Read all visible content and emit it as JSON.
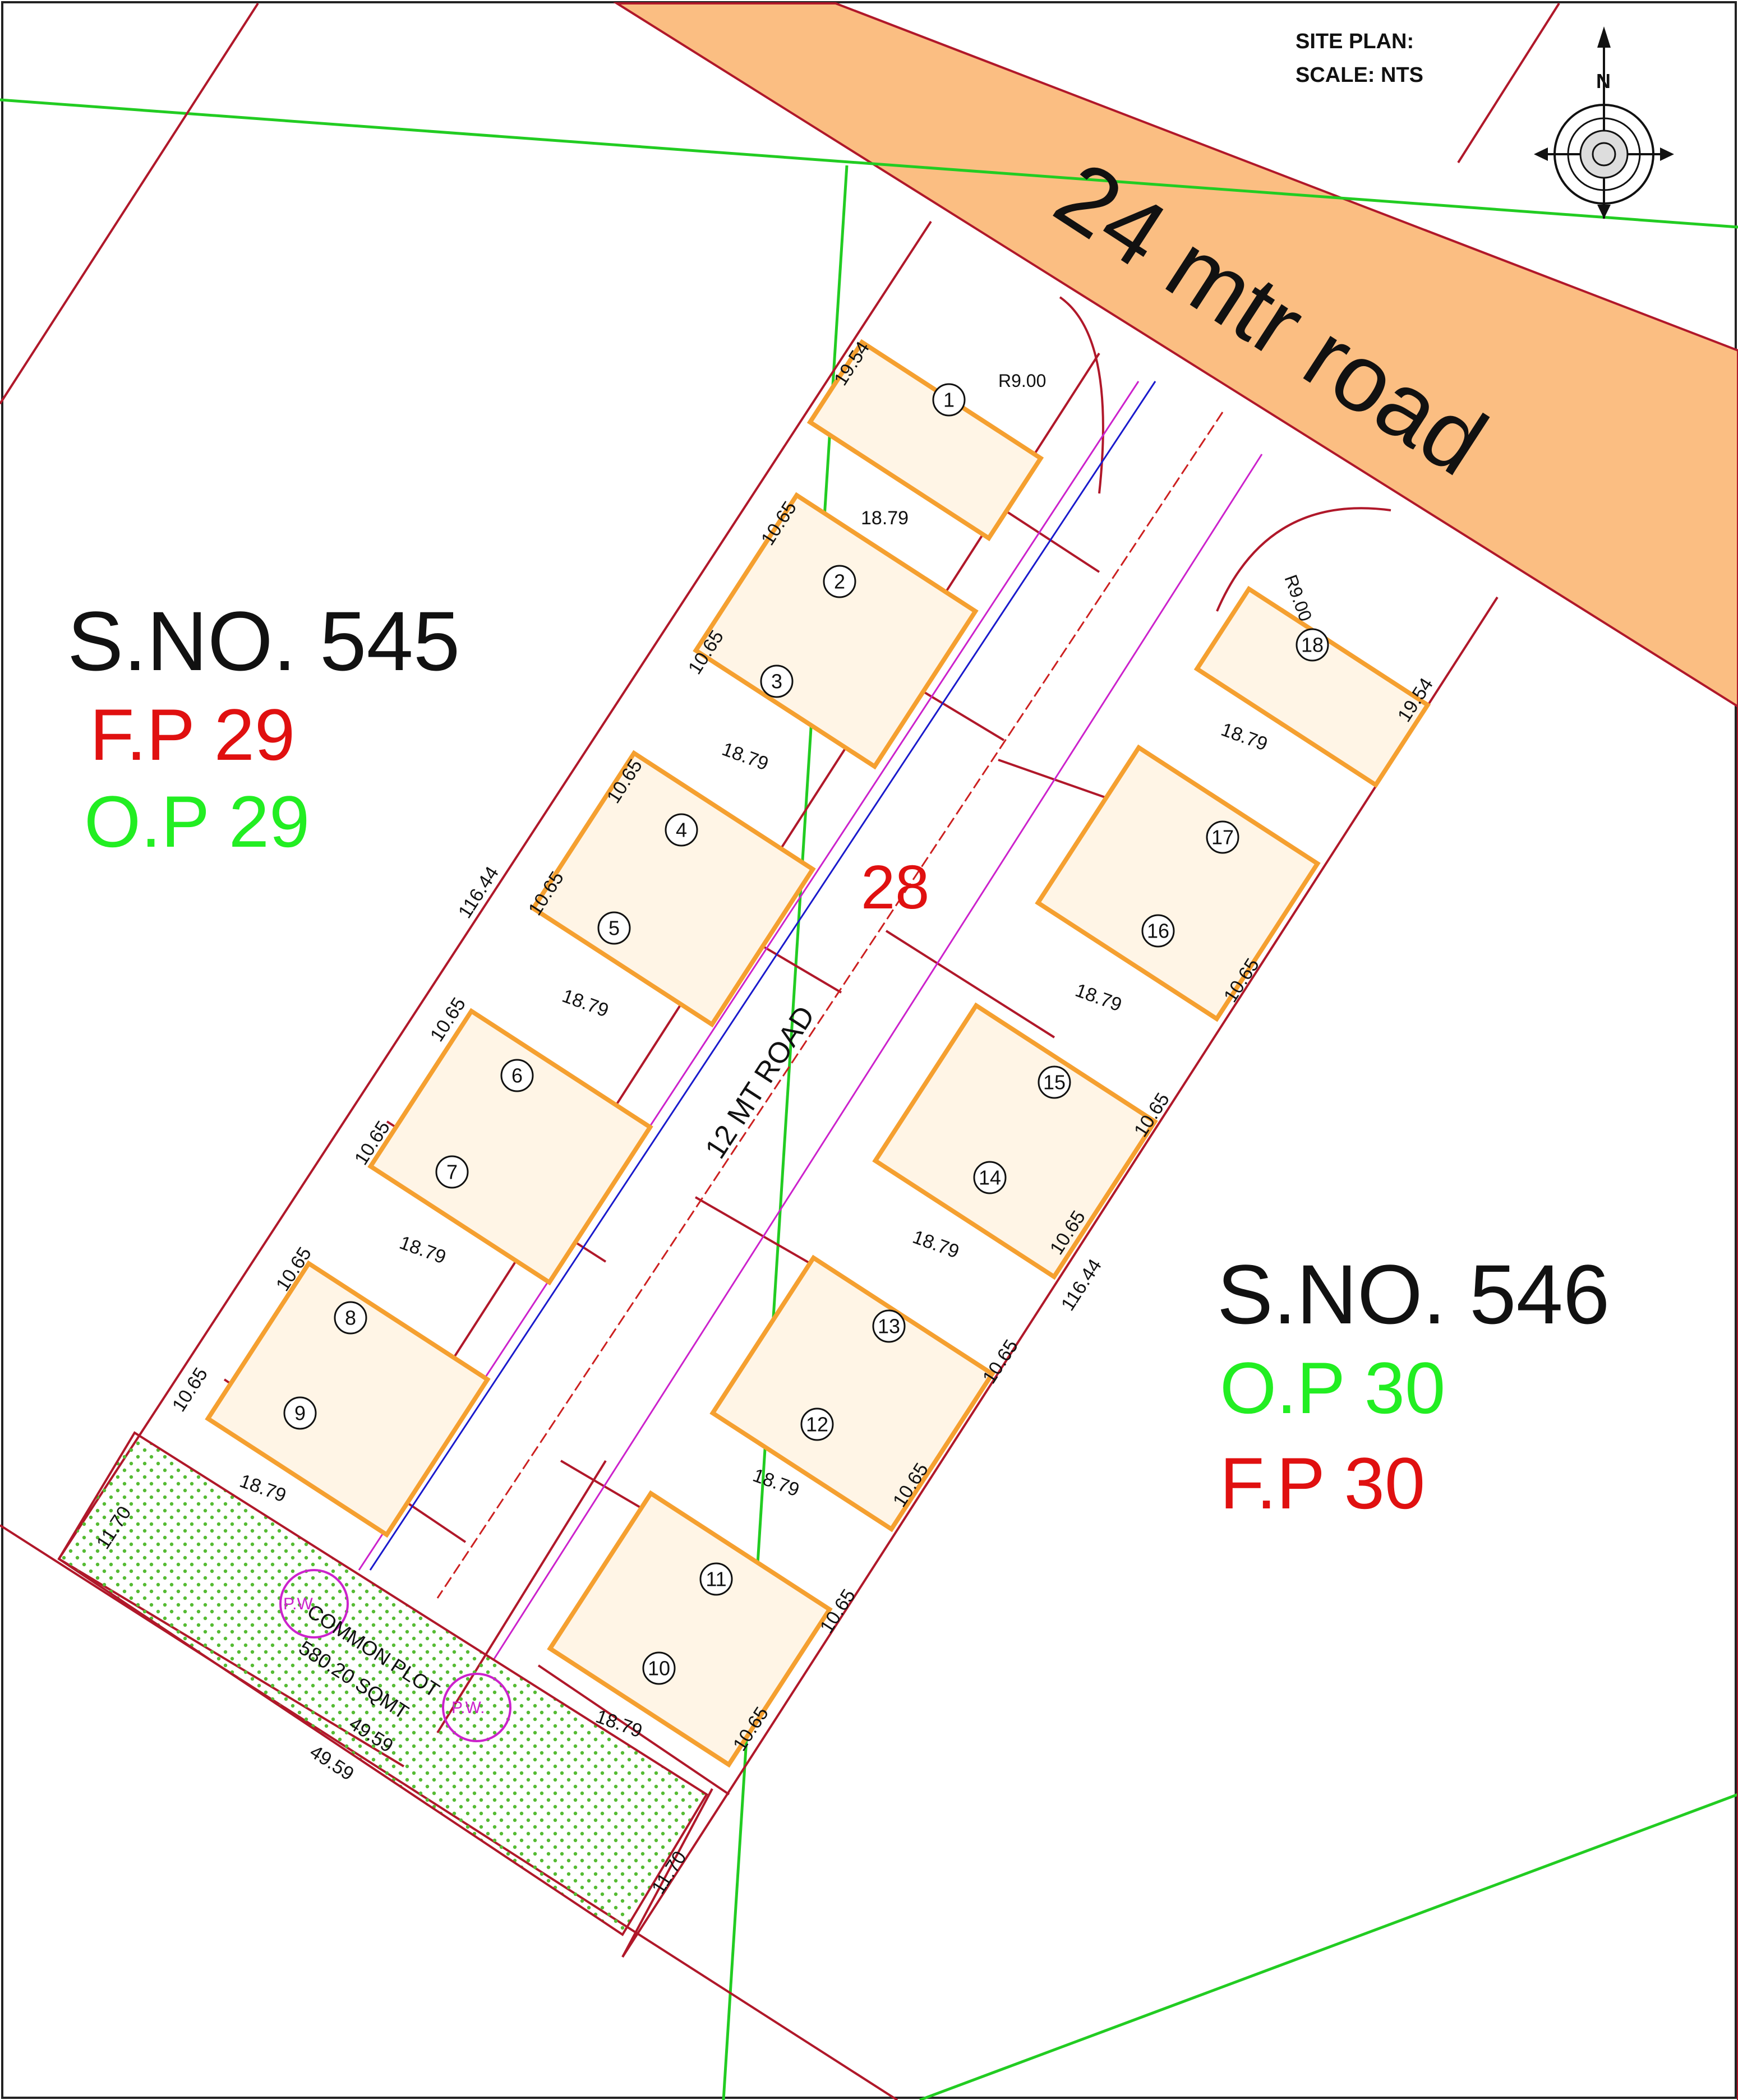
{
  "title": {
    "line1": "SITE PLAN:",
    "line2": "SCALE: NTS"
  },
  "compass": {
    "north_label": "N",
    "icon": "compass-rose-icon"
  },
  "roads": {
    "main_road": "24 mtr road",
    "internal_road": "12 MT ROAD",
    "internal_road_number": "28"
  },
  "parcels": {
    "west": {
      "survey_no": "S.NO. 545",
      "fp": "F.P 29",
      "op": "O.P 29"
    },
    "east": {
      "survey_no": "S.NO. 546",
      "op": "O.P 30",
      "fp": "F.P 30"
    }
  },
  "common_plot": {
    "label": "COMMON PLOT",
    "area": "580.20 SQMT",
    "pw_label": "P.W."
  },
  "dimensions": {
    "radius": "R9.00",
    "plot_depth": "18.79",
    "plot_width": "10.65",
    "corner_width": "19.54",
    "total_length": "116.44",
    "common_width": "11.70",
    "common_length": "49.59"
  },
  "plots": [
    "1",
    "2",
    "3",
    "4",
    "5",
    "6",
    "7",
    "8",
    "9",
    "10",
    "11",
    "12",
    "13",
    "14",
    "15",
    "16",
    "17",
    "18"
  ],
  "colors": {
    "boundary": "#b0182a",
    "survey_line": "#22cc22",
    "road_fill": "#fbbe82",
    "blue_arrow": "#1a1acc",
    "magenta_arrow": "#cc22cc",
    "red_label": "#e01010",
    "green_label": "#22ee22",
    "building_orange": "#f5a030",
    "hatch_green": "#55bb33"
  }
}
